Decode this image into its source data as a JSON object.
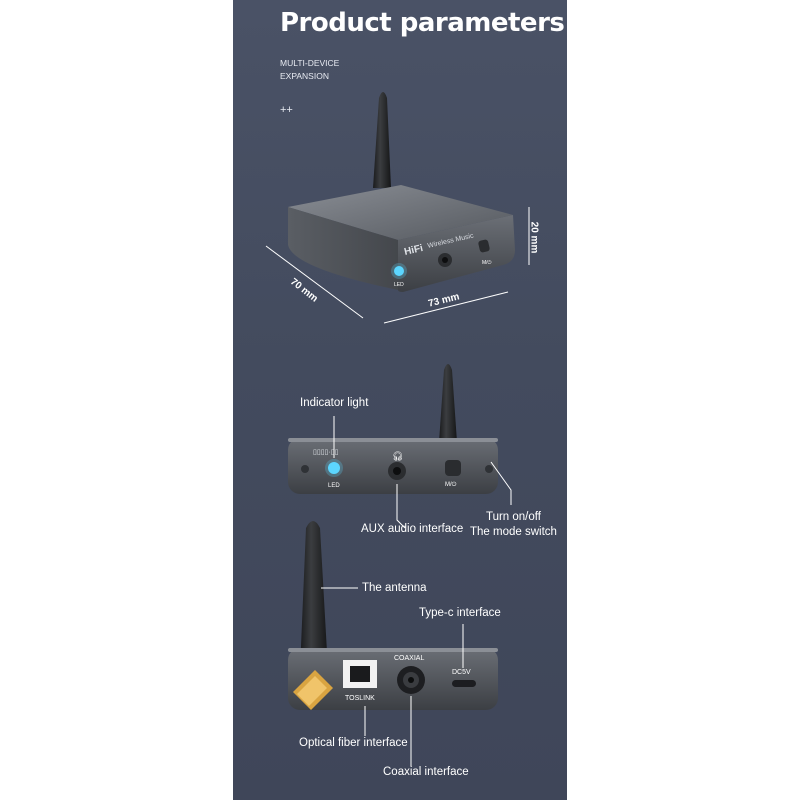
{
  "header": {
    "title": "Product parameters",
    "subtitle_line1": "MULTI-DEVICE",
    "subtitle_line2": "EXPANSION",
    "plus_mark": "++"
  },
  "dimensions": {
    "height": "20 mm",
    "depth": "70 mm",
    "width": "73 mm"
  },
  "device_print": {
    "brand": "HiFi",
    "product": "Wireless Music",
    "led": "LED",
    "mode": "M/⏻",
    "toslink": "TOSLINK",
    "coaxial": "COAXIAL",
    "dc": "DC5V"
  },
  "callouts": {
    "indicator_light": "Indicator light",
    "aux": "AUX audio interface",
    "power_line1": "Turn on/off",
    "power_line2": "The mode switch",
    "antenna": "The antenna",
    "typec": "Type-c interface",
    "optical": "Optical fiber interface",
    "coaxial": "Coaxial interface"
  },
  "colors": {
    "panel_bg": "#454d60",
    "device_body": "#5b5f66",
    "led_blue": "#5cd6ff",
    "gold_connector": "#d9a441"
  }
}
